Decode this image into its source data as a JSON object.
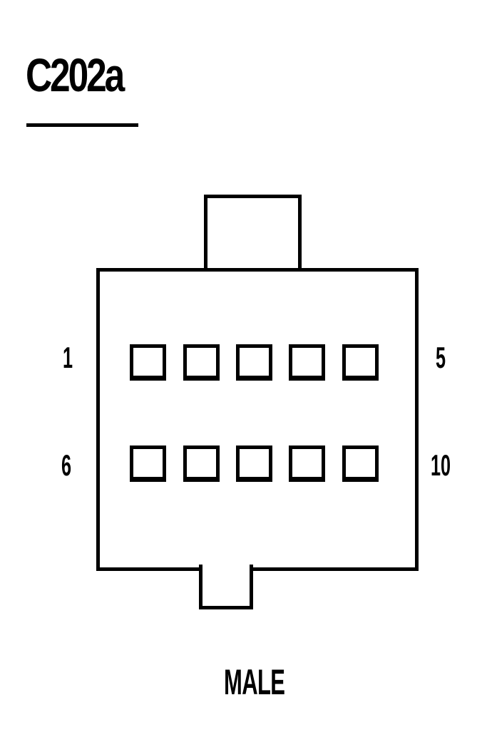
{
  "diagram": {
    "connector_id": "C202a",
    "gender_label": "MALE",
    "pin_rows": [
      {
        "row": 1,
        "pins": [
          1,
          2,
          3,
          4,
          5
        ],
        "left_label": "1",
        "right_label": "5"
      },
      {
        "row": 2,
        "pins": [
          6,
          7,
          8,
          9,
          10
        ],
        "left_label": "6",
        "right_label": "10"
      }
    ],
    "pin_count": 10,
    "colors": {
      "line": "#000000",
      "background": "#ffffff"
    }
  }
}
